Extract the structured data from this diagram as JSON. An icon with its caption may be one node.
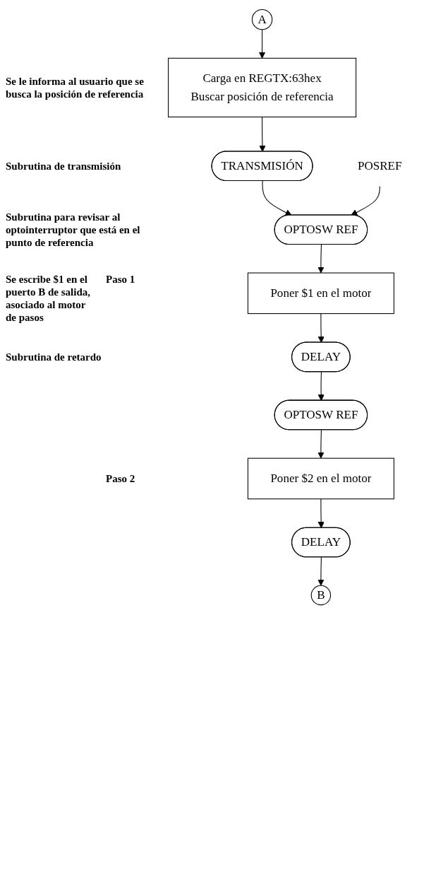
{
  "diagram": {
    "nodes": [
      {
        "text": [
          "A"
        ]
      },
      {
        "text": [
          "Carga en REGTX:63hex",
          "Buscar posición de referencia"
        ]
      },
      {
        "text": [
          "TRANSMISIÓN"
        ]
      },
      {
        "text": [
          "POSREF"
        ]
      },
      {
        "text": [
          "OPTOSW REF"
        ]
      },
      {
        "text": [
          "Poner $1 en el motor"
        ]
      },
      {
        "text": [
          "DELAY"
        ]
      },
      {
        "text": [
          "OPTOSW REF"
        ]
      },
      {
        "text": [
          "Poner $2 en el motor"
        ]
      },
      {
        "text": [
          "DELAY"
        ]
      },
      {
        "text": [
          "B"
        ]
      }
    ],
    "edges": [
      {
        "from": 0,
        "to": 1,
        "arrow": "to"
      },
      {
        "from": 1,
        "to": 2,
        "arrow": "to"
      },
      {
        "from": 2,
        "to": 4,
        "arrow": "to"
      },
      {
        "from": 3,
        "to": 4,
        "arrow": "to"
      },
      {
        "from": 4,
        "to": 5,
        "arrow": "to"
      },
      {
        "from": 5,
        "to": 6,
        "arrow": "to"
      },
      {
        "from": 6,
        "to": 7,
        "arrow": "to"
      },
      {
        "from": 7,
        "to": 8,
        "arrow": "to"
      },
      {
        "from": 8,
        "to": 9,
        "arrow": "to"
      },
      {
        "from": 9,
        "to": 10,
        "arrow": "to"
      }
    ],
    "labels": [
      "Se le informa al usuario que se busca la posición de referencia",
      "Subrutina de transmisión",
      "Subrutina para revisar al optointerruptor que está en el punto de referencia",
      "Se escribe $1 en el puerto B de salida, asociado al motor de pasos",
      "Paso 1",
      "Subrutina de retardo",
      "Paso 2"
    ]
  }
}
